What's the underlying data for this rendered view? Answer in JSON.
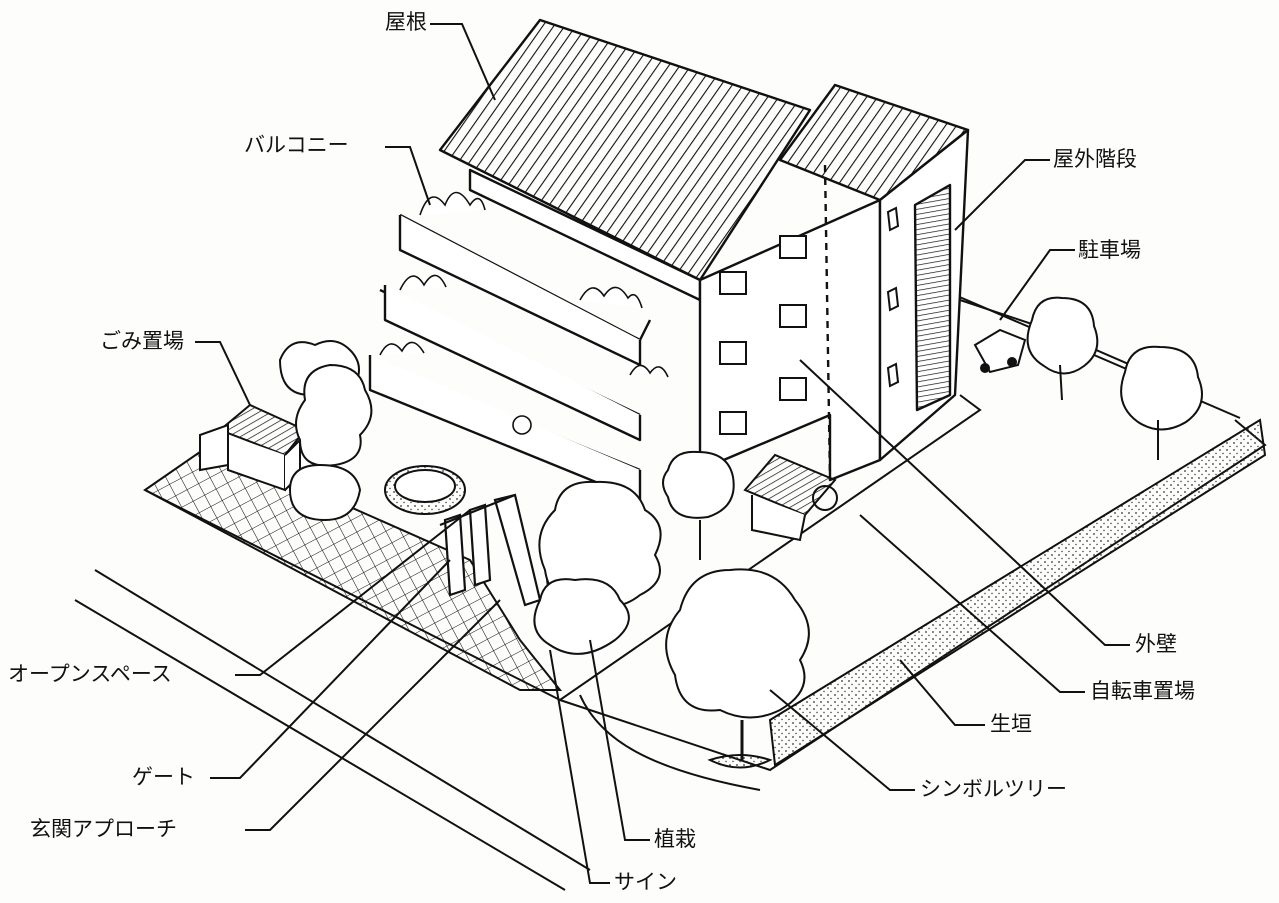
{
  "labels": {
    "roof": "屋根",
    "balcony": "バルコニー",
    "outdoor_stairs": "屋外階段",
    "parking": "駐車場",
    "garbage_area": "ごみ置場",
    "open_space": "オープンスペース",
    "gate": "ゲート",
    "entrance_approach": "玄関アプローチ",
    "planting": "植栽",
    "sign": "サイン",
    "symbol_tree": "シンボルツリー",
    "hedge": "生垣",
    "bicycle_parking": "自転車置場",
    "exterior_wall": "外壁"
  },
  "colors": {
    "ink": "#111111",
    "paper": "#fdfdfc"
  }
}
